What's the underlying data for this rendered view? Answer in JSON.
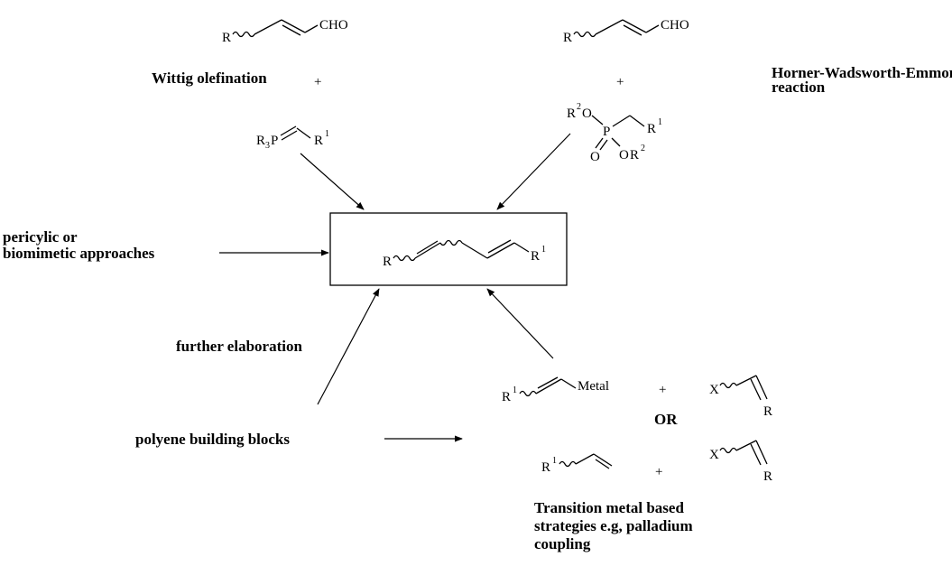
{
  "labels": {
    "wittig": "Wittig  olefination",
    "plus": "+",
    "hwe_line1": "Horner-Wadsworth-Emmons",
    "hwe_line2": "reaction",
    "pericyclic_line1": "pericylic or",
    "pericyclic_line2": "biomimetic approaches",
    "further": "further elaboration",
    "polyene": "polyene building blocks",
    "or": "OR",
    "transition_line1": "Transition metal based",
    "transition_line2": "strategies e.g, palladium",
    "transition_line3": "coupling"
  },
  "atoms": {
    "r": "R",
    "r_sup": "1",
    "r2_sup": "2",
    "cho": "CHO",
    "p": "P",
    "o": "O",
    "r3_sub": "3",
    "x": "X",
    "metal": "Metal"
  }
}
